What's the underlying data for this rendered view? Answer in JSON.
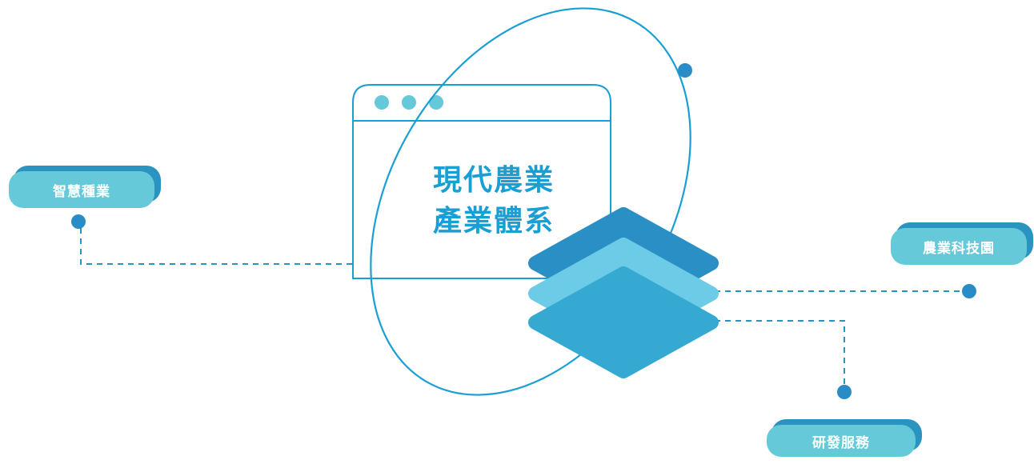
{
  "title": {
    "line1": "現代農業",
    "line2": "產業體系"
  },
  "nodes": {
    "smart": {
      "label": "智慧種業"
    },
    "park": {
      "label": "農業科技園"
    },
    "rnd": {
      "label": "研發服務"
    }
  },
  "colors": {
    "primary": "#1a9fd4",
    "line": "#2a93bf",
    "dot": "#2a8cc6",
    "window_dots": "#66c9d9",
    "pill_front": "#66c9d9",
    "pill_back": "#2a93bf",
    "layer_top": "#2a8fc4",
    "layer_mid": "#6ccbe6",
    "layer_bottom": "#36a9d2"
  }
}
